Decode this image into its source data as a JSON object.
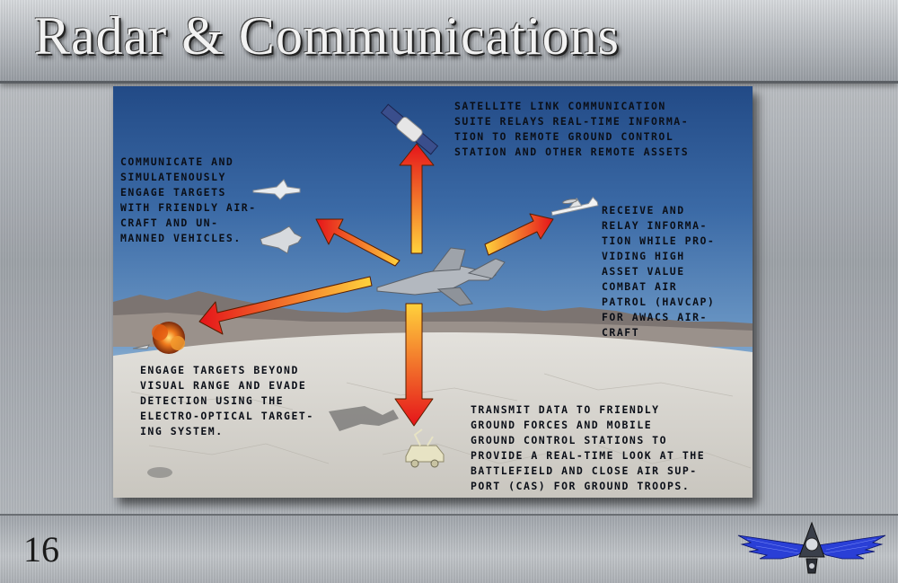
{
  "slide": {
    "title": "Radar & Communications",
    "page_number": "16"
  },
  "callouts": {
    "satellite": "SATELLITE LINK COMMUNICATION\nSUITE RELAYS REAL-TIME INFORMA-\nTION TO REMOTE GROUND CONTROL\nSTATION AND OTHER REMOTE ASSETS",
    "friendly_aircraft": "COMMUNICATE AND\nSIMULATENOUSLY\nENGAGE TARGETS\nWITH FRIENDLY AIR-\nCRAFT AND UN-\nMANNED VEHICLES.",
    "awacs": "RECEIVE AND\nRELAY INFORMA-\nTION WHILE PRO-\nVIDING HIGH\nASSET VALUE\nCOMBAT AIR\nPATROL (HAVCAP)\nFOR AWACS AIR-\nCRAFT",
    "targets": "ENGAGE TARGETS BEYOND\nVISUAL RANGE AND EVADE\nDETECTION USING THE\nELECTRO-OPTICAL TARGET-\nING SYSTEM.",
    "ground": "TRANSMIT DATA TO FRIENDLY\nGROUND FORCES AND MOBILE\nGROUND CONTROL STATIONS TO\nPROVIDE A REAL-TIME LOOK AT THE\nBATTLEFIELD AND CLOSE AIR SUP-\nPORT (CAS) FOR GROUND TROOPS."
  },
  "icons": {
    "satellite": "satellite-icon",
    "jet_top": "fighter-jet-icon",
    "jet_bottom": "fighter-jet-icon",
    "awacs": "awacs-aircraft-icon",
    "drone": "central-drone-icon",
    "explosion": "explosion-icon",
    "vehicle": "ground-vehicle-icon",
    "logo": "winged-emblem-icon"
  },
  "colors": {
    "arrow_start": "#ffd23c",
    "arrow_end": "#e5141a"
  }
}
